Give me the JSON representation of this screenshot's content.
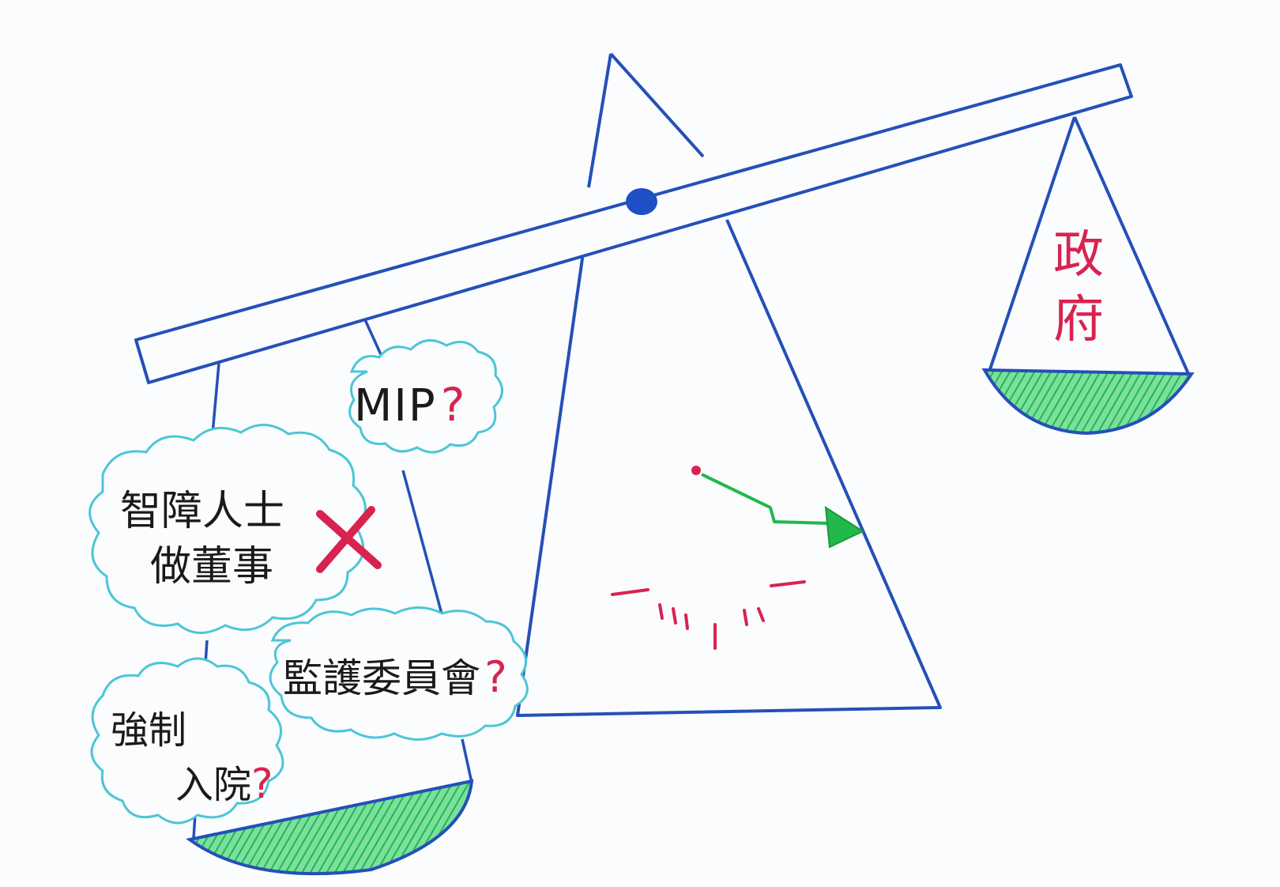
{
  "colors": {
    "outline_blue": "#2450b8",
    "pivot_blue": "#1f4fc7",
    "cloud_cyan": "#4cc6d6",
    "text_black": "#1a1a1a",
    "mark_red": "#d8234f",
    "pan_green": "#2fce6a",
    "arrow_green": "#22b84a"
  },
  "scale": {
    "right_pan_label_line1": "政",
    "right_pan_label_line2": "府"
  },
  "clouds": {
    "mip": {
      "text": "MIP",
      "mark": "?"
    },
    "director": {
      "line1": "智障人士",
      "line2": "做董事",
      "mark": "✕"
    },
    "committee": {
      "text": "監護委員會",
      "mark": "?"
    },
    "admission": {
      "line1": "強制",
      "line2": "入院",
      "mark": "?"
    }
  },
  "icons": {
    "pivot": "pivot-dot-icon",
    "gauge_needle": "needle-arrow-icon",
    "gauge_ticks": "gauge-ticks-icon",
    "cross": "cross-mark-icon"
  }
}
